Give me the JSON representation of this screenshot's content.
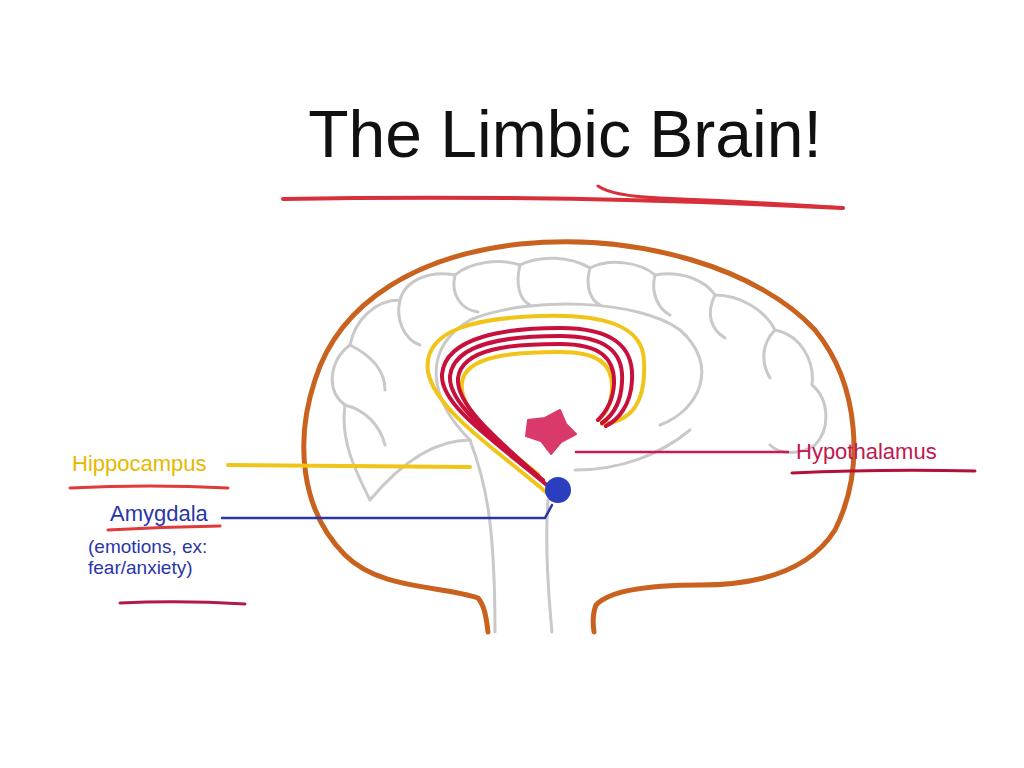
{
  "diagram": {
    "title": "The Limbic Brain!",
    "labels": [
      "Hippocampus",
      "Amygdala",
      "(emotions, ex: fear/anxiety)",
      "Hypothalamus"
    ]
  }
}
